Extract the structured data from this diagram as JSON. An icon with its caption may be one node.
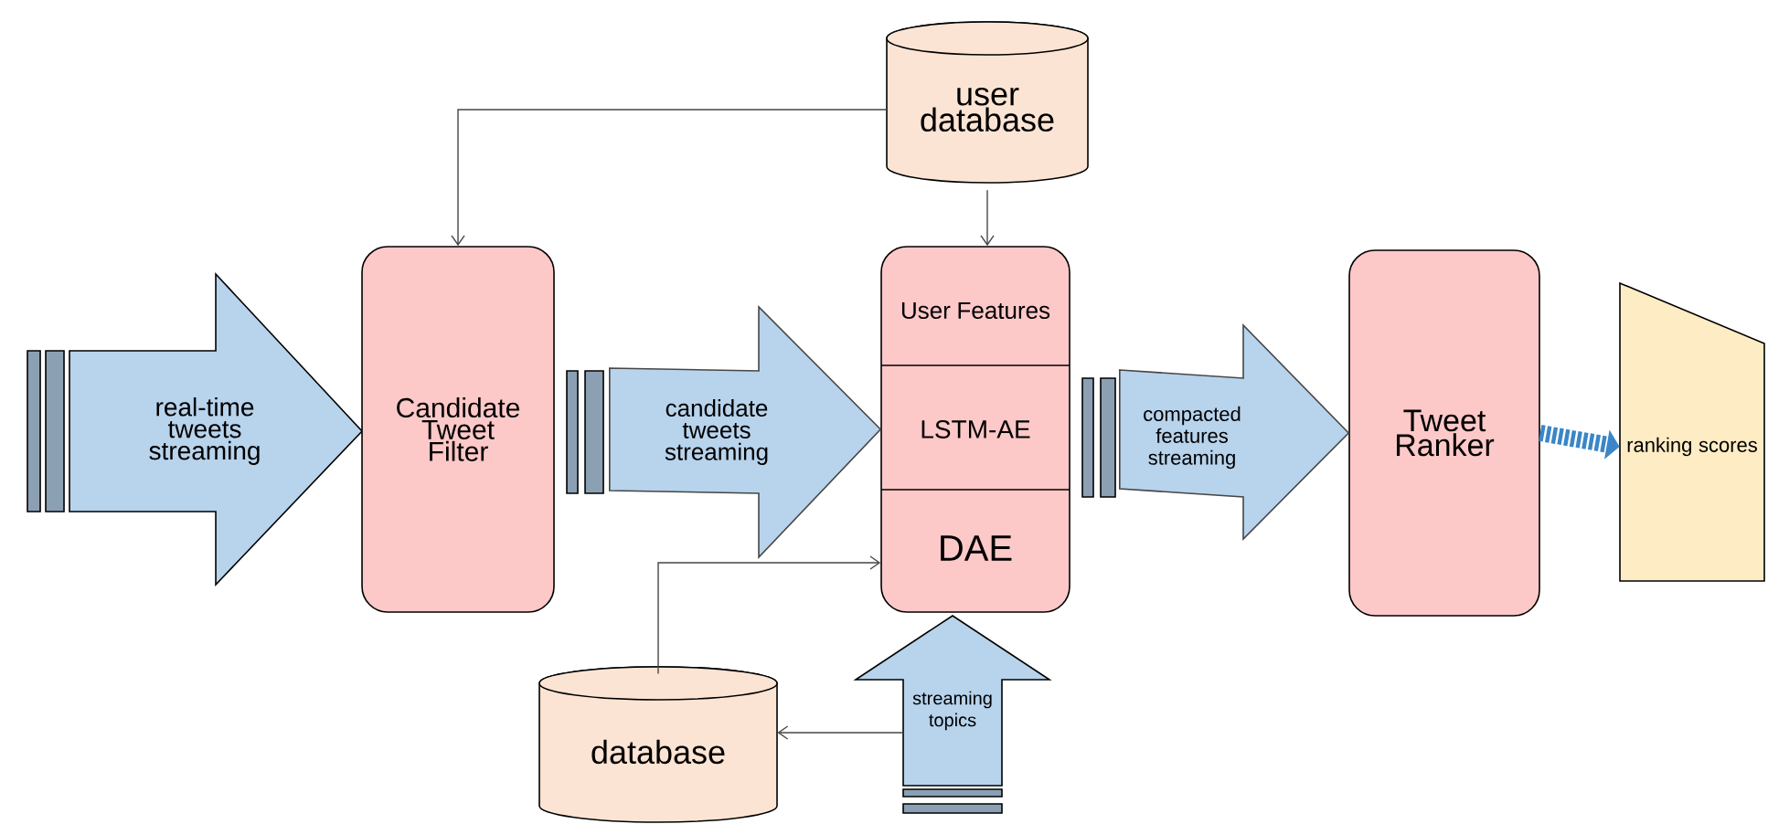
{
  "diagram": {
    "nodes": [
      {
        "text": [
          "user database"
        ]
      },
      {
        "text": [
          "real-time tweets streaming"
        ]
      },
      {
        "text": [
          "Candidate Tweet Filter"
        ]
      },
      {
        "text": [
          "User Features",
          "LSTM-AE",
          "DAE"
        ]
      },
      {
        "text": [
          "Tweet Ranker"
        ]
      },
      {
        "text": [
          "ranking scores"
        ]
      },
      {
        "text": [
          "database"
        ]
      },
      {
        "text": [
          "streaming topics"
        ]
      }
    ],
    "edges": [
      {
        "from": 0,
        "to": 2,
        "arrow": "to"
      },
      {
        "from": 0,
        "to": 3,
        "arrow": "to"
      },
      {
        "from": 6,
        "to": 3,
        "arrow": "to"
      },
      {
        "from": 7,
        "to": 6,
        "arrow": "to"
      },
      {
        "from": 2,
        "to": 3,
        "arrow": "to",
        "label": "candidate tweets streaming",
        "style": "thick"
      },
      {
        "from": 3,
        "to": 4,
        "arrow": "to",
        "label": "compacted features streaming",
        "style": "thick"
      },
      {
        "from": 4,
        "to": 5,
        "arrow": "to",
        "style": "dashed",
        "color": "#3a86c8"
      }
    ]
  }
}
